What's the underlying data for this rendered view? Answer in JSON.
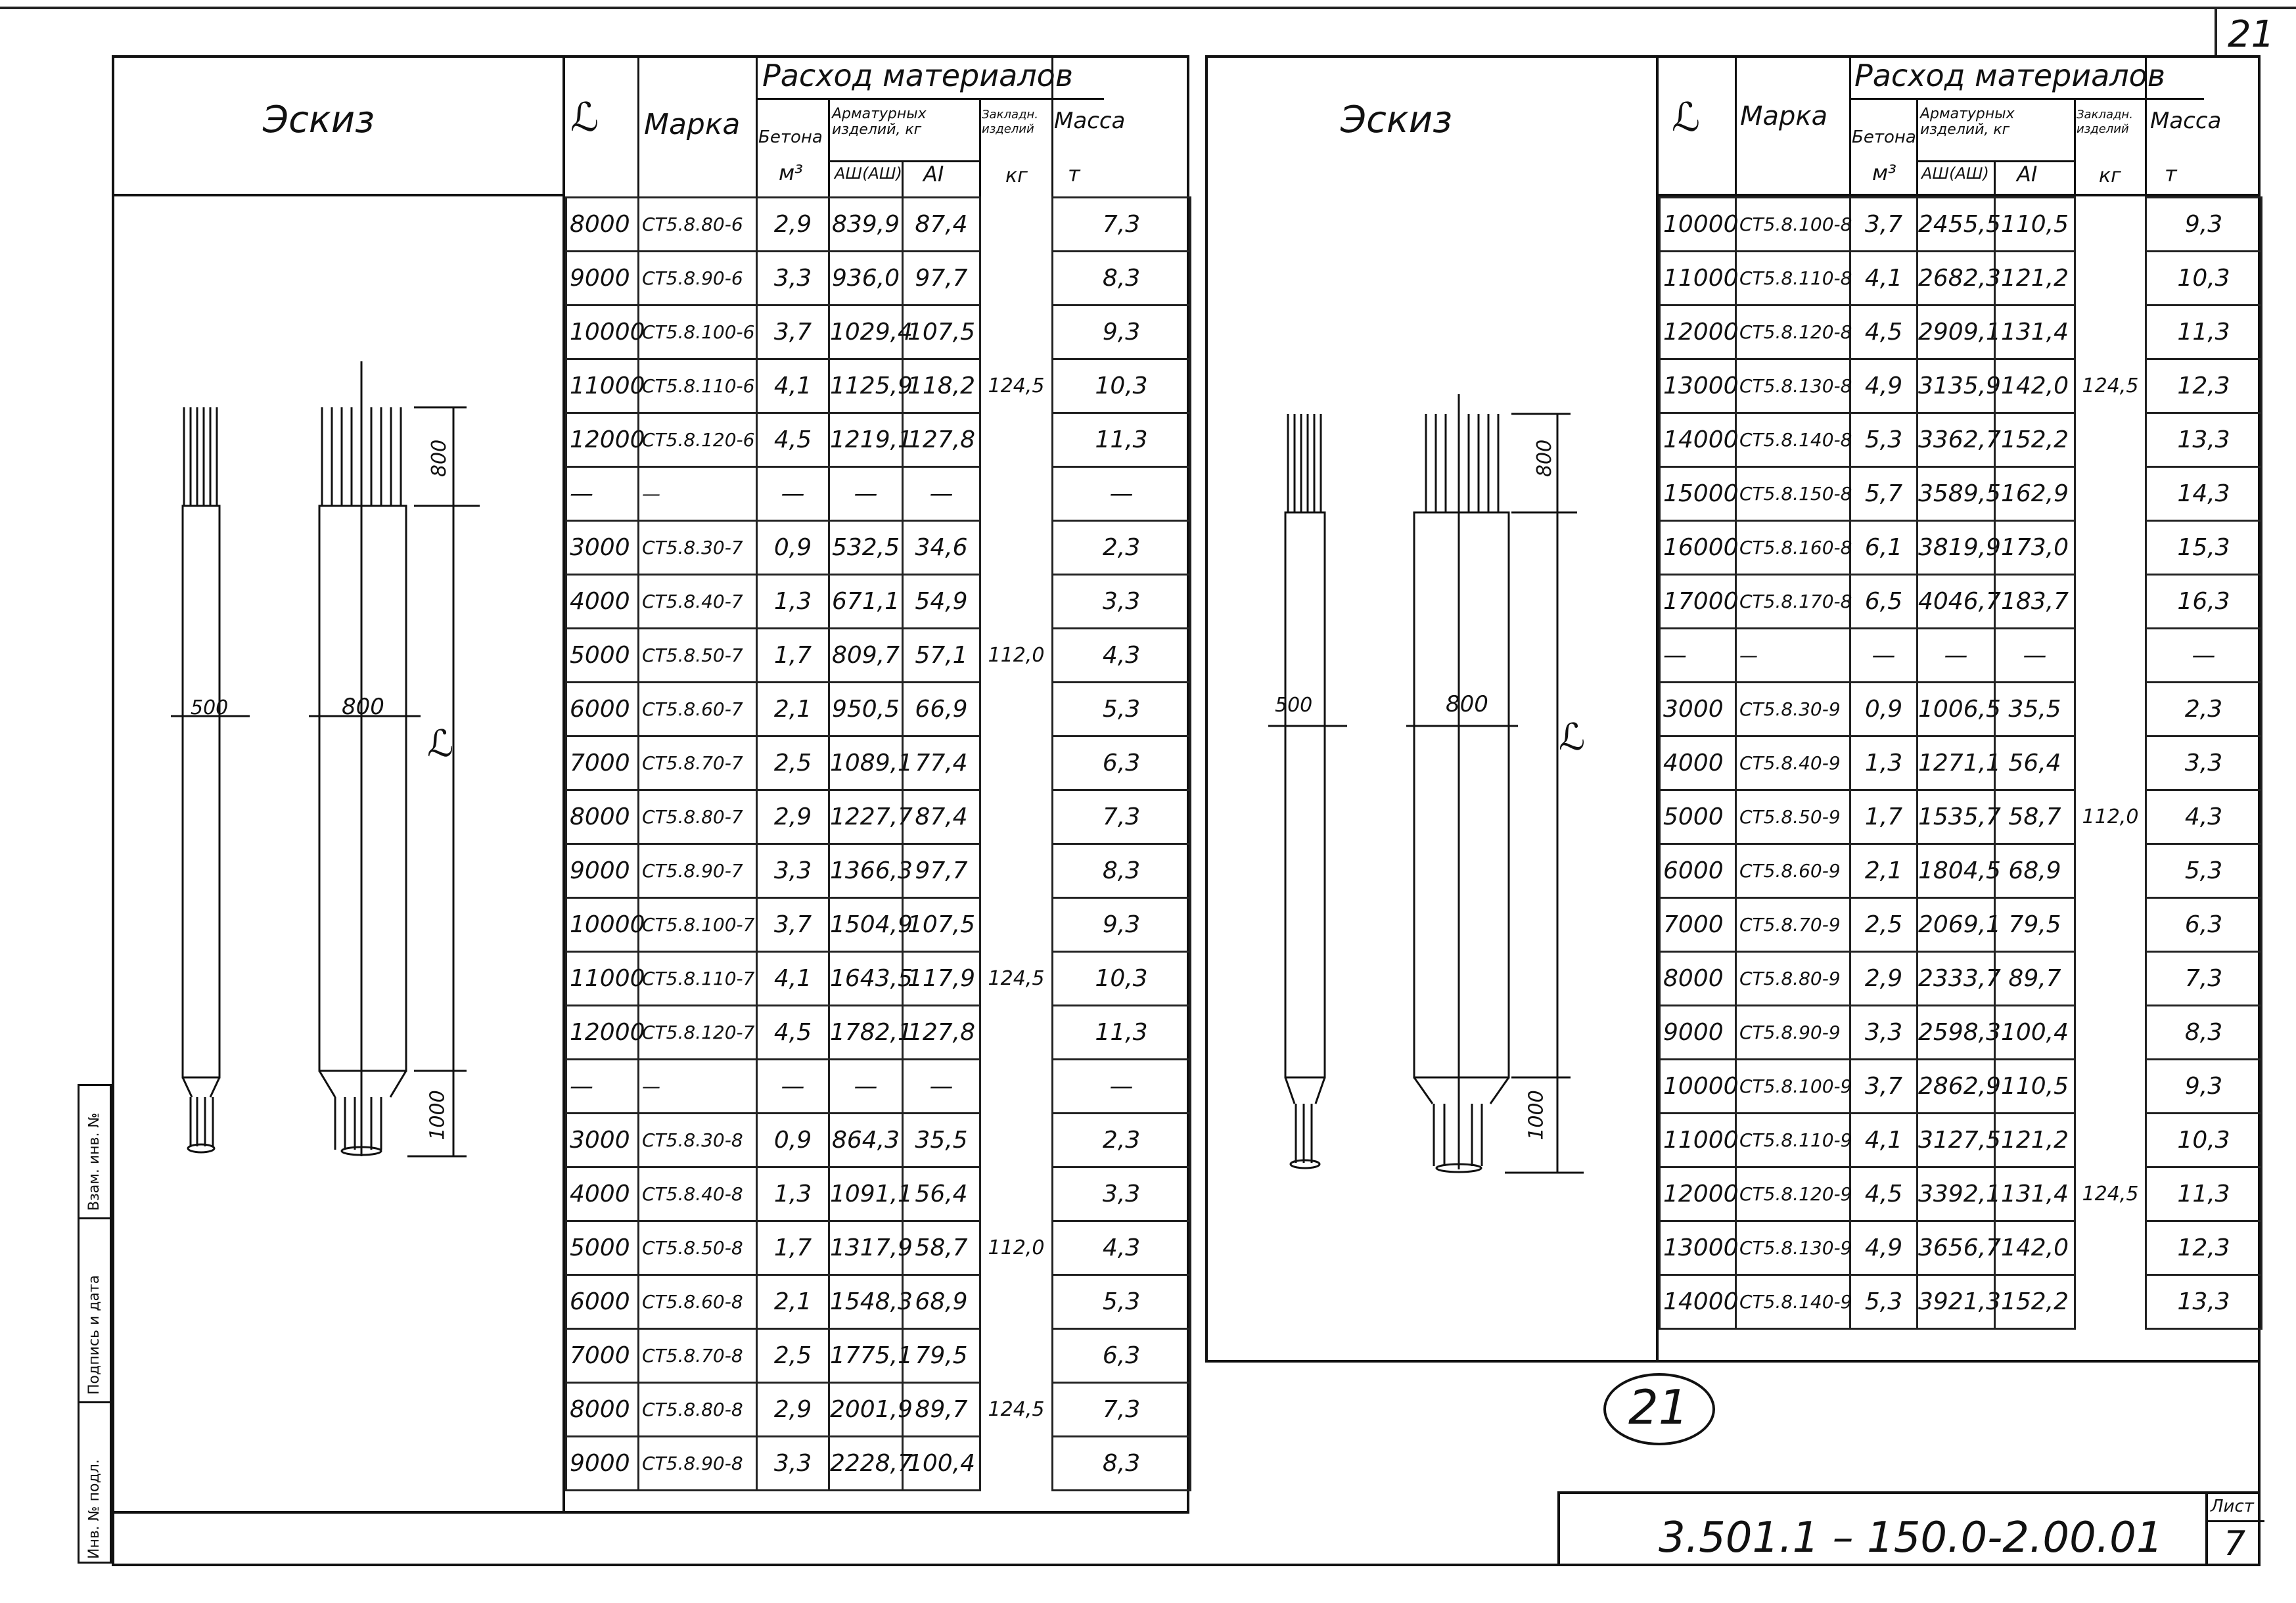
{
  "sheet_number_top": "21",
  "stamp": "21",
  "doc_code": "3.501.1 – 150.0-2.00.01",
  "sheet_label": "Лист",
  "sheet_no": "7",
  "side_labels": [
    "Инв. № подл.",
    "Подпись и дата",
    "Взам. инв. №"
  ],
  "left": {
    "header": {
      "sketch": "Эскиз",
      "L": "ℒ",
      "mark": "Марка",
      "consumption": "Расход материалов",
      "concrete": "Бетона",
      "rebar": "Арматурных изделий, кг",
      "embed": "Закладн. изделий",
      "mass": "Масса",
      "unit_m3": "м³",
      "unit_a3": "АШ(АШ)",
      "unit_a1": "АI",
      "unit_kg": "кг",
      "unit_t": "т"
    },
    "sketch_dims": {
      "top": "800",
      "bottom": "1000",
      "d1": "500",
      "d2": "800",
      "len": "ℒ"
    },
    "rows": [
      [
        "8000",
        "СТ5.8.80-6",
        "2,9",
        "839,9",
        "87,4",
        "",
        "7,3"
      ],
      [
        "9000",
        "СТ5.8.90-6",
        "3,3",
        "936,0",
        "97,7",
        "",
        "8,3"
      ],
      [
        "10000",
        "СТ5.8.100-6",
        "3,7",
        "1029,4",
        "107,5",
        "",
        "9,3"
      ],
      [
        "11000",
        "СТ5.8.110-6",
        "4,1",
        "1125,9",
        "118,2",
        "124,5",
        "10,3"
      ],
      [
        "12000",
        "СТ5.8.120-6",
        "4,5",
        "1219,1",
        "127,8",
        "",
        "11,3"
      ],
      [
        "—",
        "—",
        "—",
        "—",
        "—",
        "",
        "—"
      ],
      [
        "3000",
        "СТ5.8.30-7",
        "0,9",
        "532,5",
        "34,6",
        "",
        "2,3"
      ],
      [
        "4000",
        "СТ5.8.40-7",
        "1,3",
        "671,1",
        "54,9",
        "",
        "3,3"
      ],
      [
        "5000",
        "СТ5.8.50-7",
        "1,7",
        "809,7",
        "57,1",
        "112,0",
        "4,3"
      ],
      [
        "6000",
        "СТ5.8.60-7",
        "2,1",
        "950,5",
        "66,9",
        "",
        "5,3"
      ],
      [
        "7000",
        "СТ5.8.70-7",
        "2,5",
        "1089,1",
        "77,4",
        "",
        "6,3"
      ],
      [
        "8000",
        "СТ5.8.80-7",
        "2,9",
        "1227,7",
        "87,4",
        "",
        "7,3"
      ],
      [
        "9000",
        "СТ5.8.90-7",
        "3,3",
        "1366,3",
        "97,7",
        "",
        "8,3"
      ],
      [
        "10000",
        "СТ5.8.100-7",
        "3,7",
        "1504,9",
        "107,5",
        "",
        "9,3"
      ],
      [
        "11000",
        "СТ5.8.110-7",
        "4,1",
        "1643,5",
        "117,9",
        "124,5",
        "10,3"
      ],
      [
        "12000",
        "СТ5.8.120-7",
        "4,5",
        "1782,1",
        "127,8",
        "",
        "11,3"
      ],
      [
        "—",
        "—",
        "—",
        "—",
        "—",
        "",
        "—"
      ],
      [
        "3000",
        "СТ5.8.30-8",
        "0,9",
        "864,3",
        "35,5",
        "",
        "2,3"
      ],
      [
        "4000",
        "СТ5.8.40-8",
        "1,3",
        "1091,1",
        "56,4",
        "",
        "3,3"
      ],
      [
        "5000",
        "СТ5.8.50-8",
        "1,7",
        "1317,9",
        "58,7",
        "112,0",
        "4,3"
      ],
      [
        "6000",
        "СТ5.8.60-8",
        "2,1",
        "1548,3",
        "68,9",
        "",
        "5,3"
      ],
      [
        "7000",
        "СТ5.8.70-8",
        "2,5",
        "1775,1",
        "79,5",
        "",
        "6,3"
      ],
      [
        "8000",
        "СТ5.8.80-8",
        "2,9",
        "2001,9",
        "89,7",
        "124,5",
        "7,3"
      ],
      [
        "9000",
        "СТ5.8.90-8",
        "3,3",
        "2228,7",
        "100,4",
        "",
        "8,3"
      ]
    ]
  },
  "right": {
    "header": {
      "sketch": "Эскиз",
      "L": "ℒ",
      "mark": "Марка",
      "consumption": "Расход материалов",
      "concrete": "Бетона",
      "rebar": "Арматурных изделий, кг",
      "embed": "Закладн. изделий",
      "mass": "Масса",
      "unit_m3": "м³",
      "unit_a3": "АШ(АШ)",
      "unit_a1": "АI",
      "unit_kg": "кг",
      "unit_t": "т"
    },
    "sketch_dims": {
      "top": "800",
      "bottom": "1000",
      "d1": "500",
      "d2": "800",
      "len": "ℒ"
    },
    "rows": [
      [
        "10000",
        "СТ5.8.100-8",
        "3,7",
        "2455,5",
        "110,5",
        "",
        "9,3"
      ],
      [
        "11000",
        "СТ5.8.110-8",
        "4,1",
        "2682,3",
        "121,2",
        "",
        "10,3"
      ],
      [
        "12000",
        "СТ5.8.120-8",
        "4,5",
        "2909,1",
        "131,4",
        "",
        "11,3"
      ],
      [
        "13000",
        "СТ5.8.130-8",
        "4,9",
        "3135,9",
        "142,0",
        "124,5",
        "12,3"
      ],
      [
        "14000",
        "СТ5.8.140-8",
        "5,3",
        "3362,7",
        "152,2",
        "",
        "13,3"
      ],
      [
        "15000",
        "СТ5.8.150-8",
        "5,7",
        "3589,5",
        "162,9",
        "",
        "14,3"
      ],
      [
        "16000",
        "СТ5.8.160-8",
        "6,1",
        "3819,9",
        "173,0",
        "",
        "15,3"
      ],
      [
        "17000",
        "СТ5.8.170-8",
        "6,5",
        "4046,7",
        "183,7",
        "",
        "16,3"
      ],
      [
        "—",
        "—",
        "—",
        "—",
        "—",
        "",
        "—"
      ],
      [
        "3000",
        "СТ5.8.30-9",
        "0,9",
        "1006,5",
        "35,5",
        "",
        "2,3"
      ],
      [
        "4000",
        "СТ5.8.40-9",
        "1,3",
        "1271,1",
        "56,4",
        "",
        "3,3"
      ],
      [
        "5000",
        "СТ5.8.50-9",
        "1,7",
        "1535,7",
        "58,7",
        "112,0",
        "4,3"
      ],
      [
        "6000",
        "СТ5.8.60-9",
        "2,1",
        "1804,5",
        "68,9",
        "",
        "5,3"
      ],
      [
        "7000",
        "СТ5.8.70-9",
        "2,5",
        "2069,1",
        "79,5",
        "",
        "6,3"
      ],
      [
        "8000",
        "СТ5.8.80-9",
        "2,9",
        "2333,7",
        "89,7",
        "",
        "7,3"
      ],
      [
        "9000",
        "СТ5.8.90-9",
        "3,3",
        "2598,3",
        "100,4",
        "",
        "8,3"
      ],
      [
        "10000",
        "СТ5.8.100-9",
        "3,7",
        "2862,9",
        "110,5",
        "",
        "9,3"
      ],
      [
        "11000",
        "СТ5.8.110-9",
        "4,1",
        "3127,5",
        "121,2",
        "",
        "10,3"
      ],
      [
        "12000",
        "СТ5.8.120-9",
        "4,5",
        "3392,1",
        "131,4",
        "124,5",
        "11,3"
      ],
      [
        "13000",
        "СТ5.8.130-9",
        "4,9",
        "3656,7",
        "142,0",
        "",
        "12,3"
      ],
      [
        "14000",
        "СТ5.8.140-9",
        "5,3",
        "3921,3",
        "152,2",
        "",
        "13,3"
      ]
    ]
  }
}
